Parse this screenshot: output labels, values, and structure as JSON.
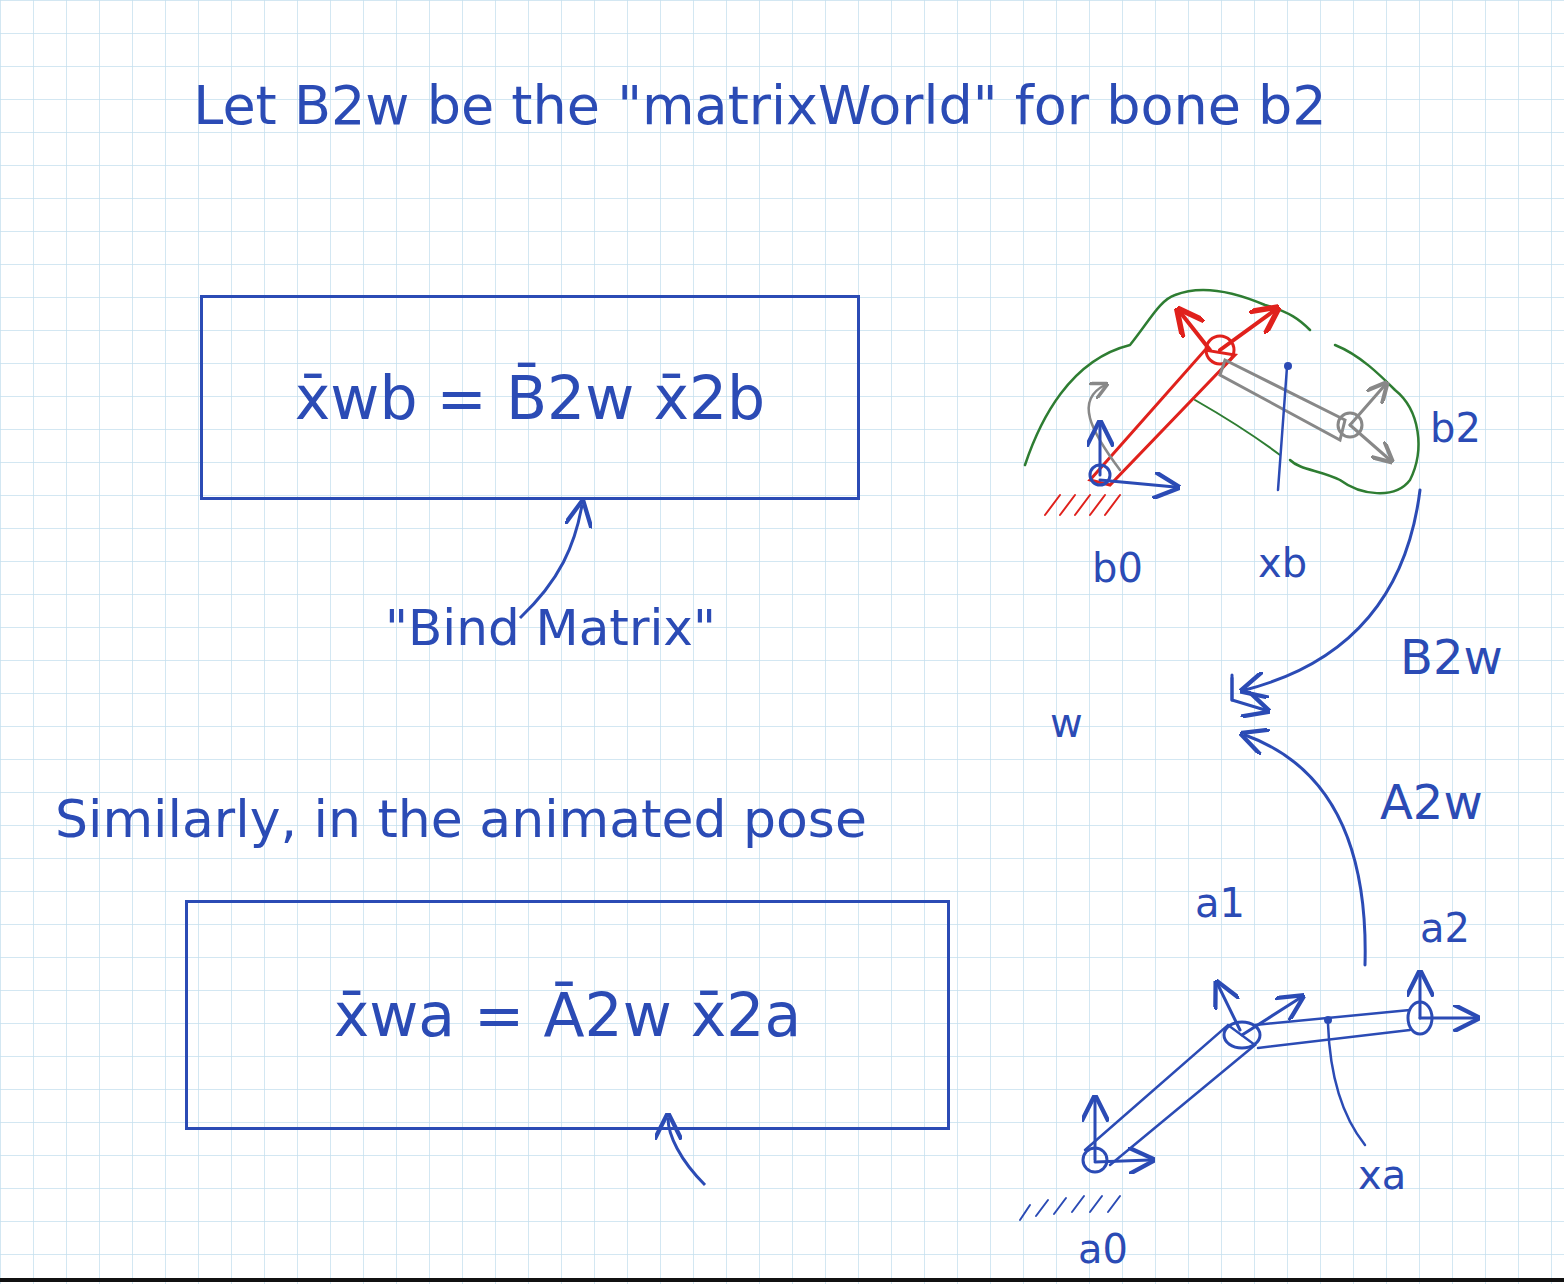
{
  "diagram": {
    "nodes": [
      {
        "text": [
          "x̄wb = B̄2w x̄2b"
        ]
      },
      {
        "text": [
          "x̄wa = Ā2w x̄2a"
        ]
      }
    ],
    "labels": [
      "Let B2w be the \"matrixWorld\" for bone b2",
      "\"Bind Matrix\"",
      "Similarly, in the animated pose",
      "b0",
      "xb",
      "b2",
      "B2w",
      "w",
      "A2w",
      "a1",
      "a2",
      "xa",
      "a0"
    ]
  }
}
